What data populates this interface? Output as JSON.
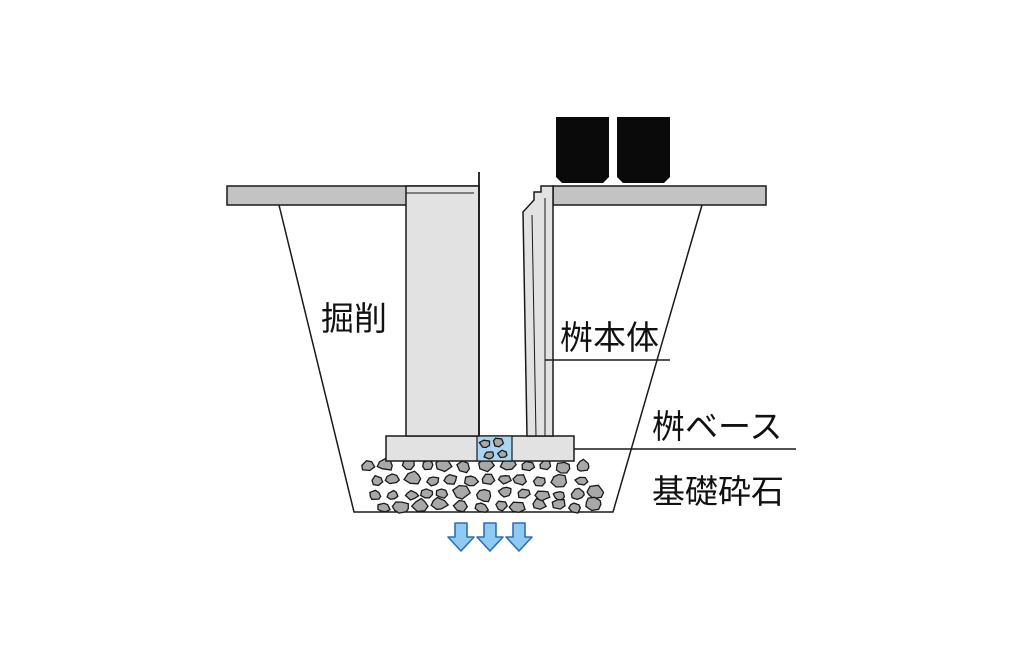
{
  "labels": {
    "excavation": "掘削",
    "basin_body": "桝本体",
    "basin_base": "桝ベース",
    "foundation_gravel": "基礎砕石"
  },
  "colors": {
    "slab": "#c3c3c3",
    "concrete": "#e2e2e2",
    "outline": "#1a1a1a",
    "stone": "#a8a8a8",
    "water": "#a9d6f2",
    "arrow_fill": "#8fcaf2",
    "arrow_stroke": "#2d6fb5",
    "block": "#0a0a0a"
  },
  "icons": {
    "blocks": "black-block-icon",
    "flow": "down-arrow-icon"
  }
}
